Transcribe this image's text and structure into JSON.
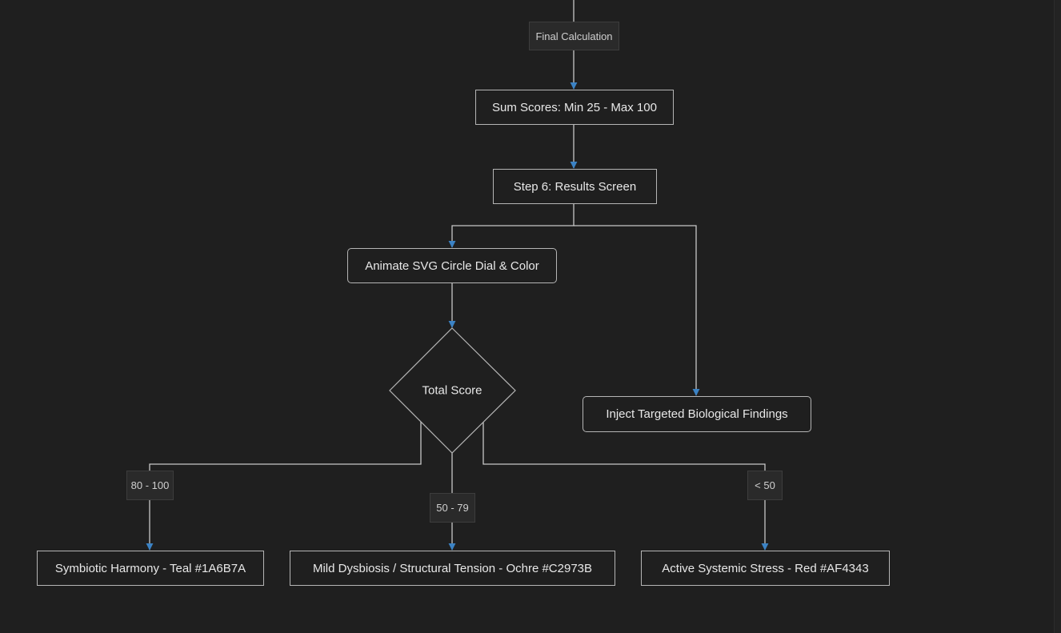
{
  "diagram": {
    "nodes": {
      "final_calculation": "Final Calculation",
      "sum_scores": "Sum Scores: Min 25 - Max 100",
      "results_screen": "Step 6: Results Screen",
      "animate_dial": "Animate SVG Circle Dial & Color",
      "total_score": "Total Score",
      "inject_findings": "Inject Targeted Biological Findings",
      "symbiotic_harmony": "Symbiotic Harmony - Teal #1A6B7A",
      "mild_dysbiosis": "Mild Dysbiosis / Structural Tension - Ochre #C2973B",
      "active_stress": "Active Systemic Stress - Red #AF4343"
    },
    "edge_labels": {
      "range_high": "80 - 100",
      "range_mid": "50 - 79",
      "range_low": "< 50"
    },
    "colors": {
      "background": "#1f1f1f",
      "node_border": "#b5b5b5",
      "edge_line": "#c8c8c8",
      "arrow_head": "#3b82c4",
      "text": "#e8e8e8"
    }
  }
}
